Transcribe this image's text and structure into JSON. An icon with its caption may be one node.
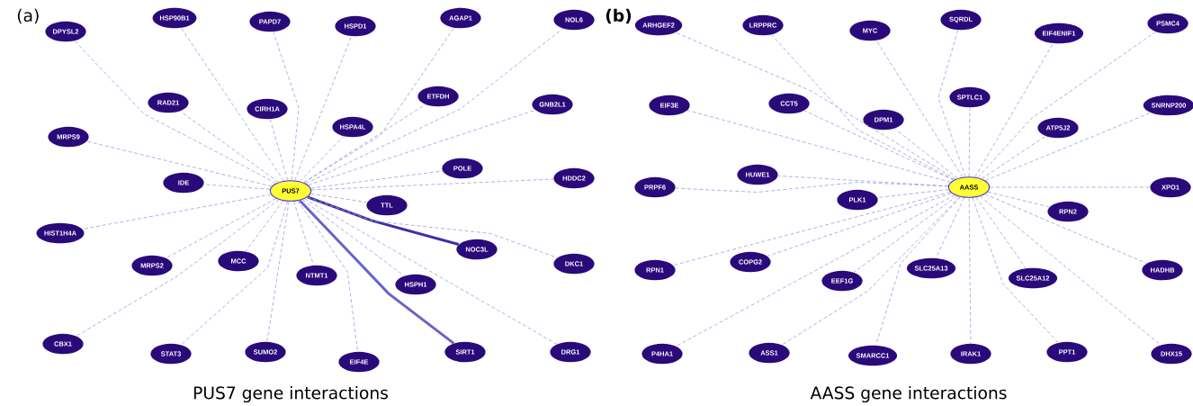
{
  "diagram": {
    "nodes": [
      {
        "text": [
          "PUS7"
        ]
      },
      {
        "text": [
          "DPYSL2"
        ]
      },
      {
        "text": [
          "HSP90B1"
        ]
      },
      {
        "text": [
          "PAPD7"
        ]
      },
      {
        "text": [
          "HSPD1"
        ]
      },
      {
        "text": [
          "AGAP1"
        ]
      },
      {
        "text": [
          "NOL6"
        ]
      },
      {
        "text": [
          "RAD21"
        ]
      },
      {
        "text": [
          "CIRH1A"
        ]
      },
      {
        "text": [
          "ETFDH"
        ]
      },
      {
        "text": [
          "GNB2L1"
        ]
      },
      {
        "text": [
          "HSPA4L"
        ]
      },
      {
        "text": [
          "MRPS9"
        ]
      },
      {
        "text": [
          "POLE"
        ]
      },
      {
        "text": [
          "HDDC2"
        ]
      },
      {
        "text": [
          "IDE"
        ]
      },
      {
        "text": [
          "TTL"
        ]
      },
      {
        "text": [
          "HIST1H4A"
        ]
      },
      {
        "text": [
          "NOC3L"
        ]
      },
      {
        "text": [
          "DKC1"
        ]
      },
      {
        "text": [
          "MRPS2"
        ]
      },
      {
        "text": [
          "MCC"
        ]
      },
      {
        "text": [
          "NTMT1"
        ]
      },
      {
        "text": [
          "HSPH1"
        ]
      },
      {
        "text": [
          "CBX1"
        ]
      },
      {
        "text": [
          "STAT3"
        ]
      },
      {
        "text": [
          "SUMO2"
        ]
      },
      {
        "text": [
          "EIF4E"
        ]
      },
      {
        "text": [
          "SIRT1"
        ]
      },
      {
        "text": [
          "DRG1"
        ]
      },
      {
        "text": [
          "AASS"
        ]
      },
      {
        "text": [
          "ARHGEF2"
        ]
      },
      {
        "text": [
          "LRPPRC"
        ]
      },
      {
        "text": [
          "MYC"
        ]
      },
      {
        "text": [
          "SQRDL"
        ]
      },
      {
        "text": [
          "EIF4ENIF1"
        ]
      },
      {
        "text": [
          "PSMC4"
        ]
      },
      {
        "text": [
          "EIF3E"
        ]
      },
      {
        "text": [
          "CCT5"
        ]
      },
      {
        "text": [
          "SPTLC1"
        ]
      },
      {
        "text": [
          "DPM1"
        ]
      },
      {
        "text": [
          "ATP5J2"
        ]
      },
      {
        "text": [
          "SNRNP200"
        ]
      },
      {
        "text": [
          "HUWE1"
        ]
      },
      {
        "text": [
          "PRPF6"
        ]
      },
      {
        "text": [
          "XPO1"
        ]
      },
      {
        "text": [
          "PLK1"
        ]
      },
      {
        "text": [
          "RPN2"
        ]
      },
      {
        "text": [
          "RPN1"
        ]
      },
      {
        "text": [
          "COPG2"
        ]
      },
      {
        "text": [
          "SLC25A13"
        ]
      },
      {
        "text": [
          "HADHB"
        ]
      },
      {
        "text": [
          "EEF1G"
        ]
      },
      {
        "text": [
          "SLC25A12"
        ]
      },
      {
        "text": [
          "P4HA1"
        ]
      },
      {
        "text": [
          "ASS1"
        ]
      },
      {
        "text": [
          "SMARCC1"
        ]
      },
      {
        "text": [
          "IRAK1"
        ]
      },
      {
        "text": [
          "PPT1"
        ]
      },
      {
        "text": [
          "DHX15"
        ]
      }
    ],
    "edges": [
      {
        "from": 0,
        "to": 1,
        "arrow": "none",
        "style": "dashed"
      },
      {
        "from": 0,
        "to": 2,
        "arrow": "none",
        "style": "dashed"
      },
      {
        "from": 0,
        "to": 3,
        "arrow": "none",
        "style": "dashed"
      },
      {
        "from": 0,
        "to": 4,
        "arrow": "none",
        "style": "dashed"
      },
      {
        "from": 0,
        "to": 5,
        "arrow": "none",
        "style": "dashed"
      },
      {
        "from": 0,
        "to": 6,
        "arrow": "none",
        "style": "dashed"
      },
      {
        "from": 0,
        "to": 7,
        "arrow": "none",
        "style": "dashed"
      },
      {
        "from": 0,
        "to": 8,
        "arrow": "none",
        "style": "dashed"
      },
      {
        "from": 0,
        "to": 9,
        "arrow": "none",
        "style": "dashed"
      },
      {
        "from": 0,
        "to": 10,
        "arrow": "none",
        "style": "dashed"
      },
      {
        "from": 0,
        "to": 11,
        "arrow": "none",
        "style": "dashed"
      },
      {
        "from": 0,
        "to": 12,
        "arrow": "none",
        "style": "dashed"
      },
      {
        "from": 0,
        "to": 13,
        "arrow": "none",
        "style": "dashed"
      },
      {
        "from": 0,
        "to": 14,
        "arrow": "none",
        "style": "dashed"
      },
      {
        "from": 0,
        "to": 15,
        "arrow": "none",
        "style": "dashed"
      },
      {
        "from": 0,
        "to": 16,
        "arrow": "none",
        "style": "dashed"
      },
      {
        "from": 0,
        "to": 17,
        "arrow": "none",
        "style": "dashed"
      },
      {
        "from": 0,
        "to": 18,
        "arrow": "none",
        "style": "thick",
        "color": "#3b2fa8"
      },
      {
        "from": 0,
        "to": 19,
        "arrow": "none",
        "style": "dashed"
      },
      {
        "from": 0,
        "to": 20,
        "arrow": "none",
        "style": "dashed"
      },
      {
        "from": 0,
        "to": 21,
        "arrow": "none",
        "style": "dashed"
      },
      {
        "from": 0,
        "to": 22,
        "arrow": "none",
        "style": "dashed"
      },
      {
        "from": 0,
        "to": 23,
        "arrow": "none",
        "style": "dashed"
      },
      {
        "from": 0,
        "to": 24,
        "arrow": "none",
        "style": "dashed"
      },
      {
        "from": 0,
        "to": 25,
        "arrow": "none",
        "style": "dashed"
      },
      {
        "from": 0,
        "to": 26,
        "arrow": "none",
        "style": "dashed"
      },
      {
        "from": 0,
        "to": 27,
        "arrow": "none",
        "style": "dashed"
      },
      {
        "from": 0,
        "to": 28,
        "arrow": "none",
        "style": "thick",
        "color": "#6a62c8"
      },
      {
        "from": 0,
        "to": 29,
        "arrow": "none",
        "style": "dashed"
      },
      {
        "from": 30,
        "to": 31,
        "arrow": "none",
        "style": "dashed"
      },
      {
        "from": 30,
        "to": 32,
        "arrow": "none",
        "style": "dashed"
      },
      {
        "from": 30,
        "to": 33,
        "arrow": "none",
        "style": "dashed"
      },
      {
        "from": 30,
        "to": 34,
        "arrow": "none",
        "style": "dashed"
      },
      {
        "from": 30,
        "to": 35,
        "arrow": "none",
        "style": "dashed"
      },
      {
        "from": 30,
        "to": 36,
        "arrow": "none",
        "style": "dashed"
      },
      {
        "from": 30,
        "to": 37,
        "arrow": "none",
        "style": "dashed"
      },
      {
        "from": 30,
        "to": 38,
        "arrow": "none",
        "style": "dashed"
      },
      {
        "from": 30,
        "to": 39,
        "arrow": "none",
        "style": "dashed"
      },
      {
        "from": 30,
        "to": 40,
        "arrow": "none",
        "style": "dashed"
      },
      {
        "from": 30,
        "to": 41,
        "arrow": "none",
        "style": "dashed"
      },
      {
        "from": 30,
        "to": 42,
        "arrow": "none",
        "style": "dashed"
      },
      {
        "from": 30,
        "to": 43,
        "arrow": "none",
        "style": "dashed"
      },
      {
        "from": 30,
        "to": 44,
        "arrow": "none",
        "style": "dashed"
      },
      {
        "from": 30,
        "to": 45,
        "arrow": "none",
        "style": "dashed"
      },
      {
        "from": 30,
        "to": 46,
        "arrow": "none",
        "style": "dashed"
      },
      {
        "from": 30,
        "to": 47,
        "arrow": "none",
        "style": "dashed"
      },
      {
        "from": 30,
        "to": 48,
        "arrow": "none",
        "style": "dashed"
      },
      {
        "from": 30,
        "to": 49,
        "arrow": "none",
        "style": "dashed"
      },
      {
        "from": 30,
        "to": 50,
        "arrow": "none",
        "style": "dashed"
      },
      {
        "from": 30,
        "to": 51,
        "arrow": "none",
        "style": "dashed"
      },
      {
        "from": 30,
        "to": 52,
        "arrow": "none",
        "style": "dashed"
      },
      {
        "from": 30,
        "to": 53,
        "arrow": "none",
        "style": "dashed"
      },
      {
        "from": 30,
        "to": 54,
        "arrow": "none",
        "style": "dashed"
      },
      {
        "from": 30,
        "to": 55,
        "arrow": "none",
        "style": "dashed"
      },
      {
        "from": 30,
        "to": 56,
        "arrow": "none",
        "style": "dashed"
      },
      {
        "from": 30,
        "to": 57,
        "arrow": "none",
        "style": "dashed"
      },
      {
        "from": 30,
        "to": 58,
        "arrow": "none",
        "style": "dashed"
      },
      {
        "from": 30,
        "to": 59,
        "arrow": "none",
        "style": "dashed"
      }
    ],
    "labels": [
      "(a)",
      "(b)",
      "PUS7 gene interactions",
      "AASS gene interactions"
    ]
  }
}
